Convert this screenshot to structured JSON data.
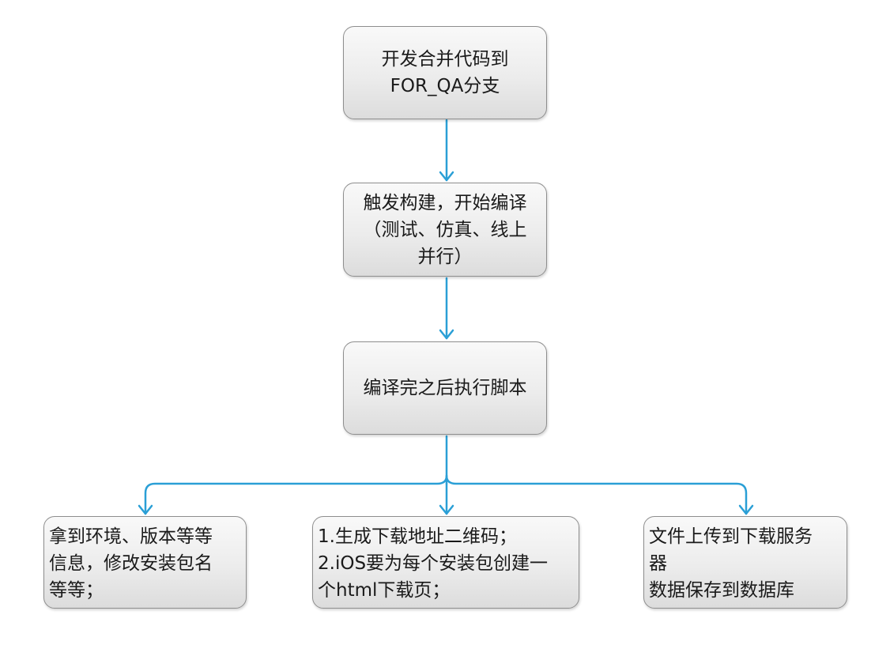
{
  "nodes": {
    "merge": [
      "开发合并代码到",
      "FOR_QA分支"
    ],
    "build": [
      "触发构建，开始编译",
      "（测试、仿真、线上",
      "并行）"
    ],
    "script": [
      "编译完之后执行脚本"
    ],
    "env": [
      "拿到环境、版本等等",
      "信息，修改安装包名",
      "等等；"
    ],
    "qrcode": [
      "1.生成下载地址二维码；",
      "2.iOS要为每个安装包创建一",
      "个html下载页；"
    ],
    "upload": [
      "文件上传到下载服务",
      "器",
      "数据保存到数据库"
    ]
  },
  "colors": {
    "connector": "#2a9fd6",
    "border": "#8e8e8e",
    "fill_top": "#f9f9f9",
    "fill_bottom": "#dcdcdc"
  }
}
